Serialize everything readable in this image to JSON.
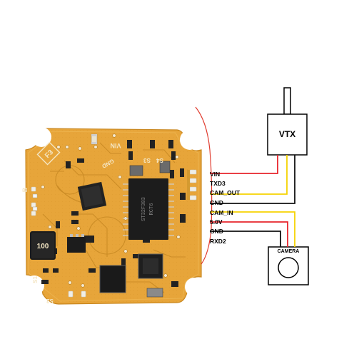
{
  "board": {
    "silkscreen": {
      "vin": "VIN",
      "f3": "F3",
      "gnd": "GND",
      "s3": "S3",
      "s4": "S4",
      "s1": "S1",
      "s2": "S2",
      "b": "B",
      "inductor": "100",
      "mcu_line1": "ST32F303",
      "mcu_line2": "RCT6"
    },
    "colors": {
      "pcb": "#e7a53a",
      "pcb_edge": "#d28f22",
      "trace": "#c98a24",
      "pad": "#f0eee6",
      "chip": "#1c1c1c"
    }
  },
  "wiring": {
    "pins": [
      {
        "label": "VIN",
        "color": "#e8242b"
      },
      {
        "label": "TXD3",
        "color": "#555555"
      },
      {
        "label": "CAM_OUT",
        "color": "#f6d300"
      },
      {
        "label": "GND",
        "color": "#111111"
      },
      {
        "label": "CAM_IN",
        "color": "#f6d300"
      },
      {
        "label": "5.0V",
        "color": "#e8242b"
      },
      {
        "label": "GND",
        "color": "#111111"
      },
      {
        "label": "RXD2",
        "color": "#555555"
      }
    ],
    "vtx": {
      "label": "VTX"
    },
    "camera": {
      "label": "CAMERA"
    }
  }
}
